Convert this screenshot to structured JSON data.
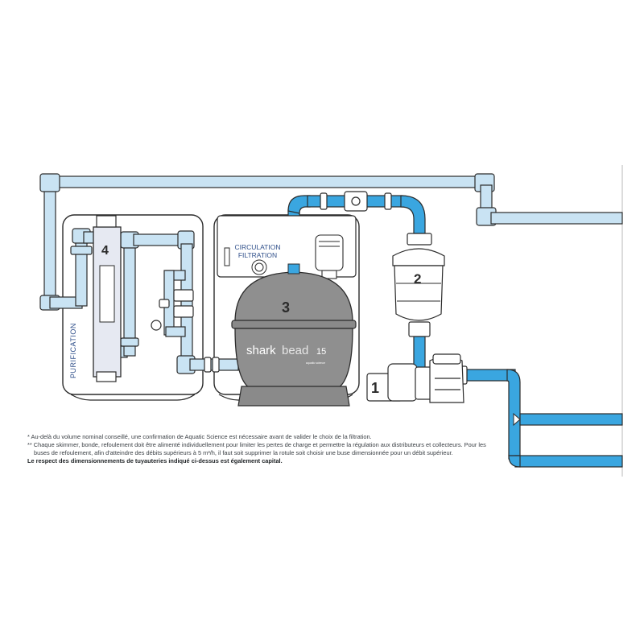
{
  "labels": {
    "purification": "PURIFICATION",
    "circulation_line1": "CIRCULATION",
    "circulation_line2": "FILTRATION",
    "brand_shark": "shark",
    "brand_bead": "bead",
    "brand_model": "15",
    "brand_small": "aquatic science"
  },
  "markers": {
    "m1": "1",
    "m2": "2",
    "m3": "3",
    "m4": "4"
  },
  "notes": {
    "line1": "* Au-delà du volume nominal conseillé, une confirmation de Aquatic Science est nécessaire avant de valider le choix de la filtration.",
    "line2": "** Chaque skimmer, bonde, refoulement doit être alimenté individuellement pour limiter les pertes de charge et permettre la régulation aux distributeurs et collecteurs. Pour les",
    "line3": "buses de refoulement, afin d'atteindre des débits supérieurs à 5 m³/h, il faut soit supprimer la rotule soit choisir une buse dimensionnée pour un débit supérieur.",
    "line4": "Le respect des dimensionnements de tuyauteries indiqué ci-dessus est également capital."
  },
  "colors": {
    "pipe_light": "#c9e3f3",
    "pipe_blue": "#3aa6e0",
    "outline": "#2b2b2b",
    "filter_gray": "#8f8f8f",
    "panel_fill": "#ffffff"
  }
}
